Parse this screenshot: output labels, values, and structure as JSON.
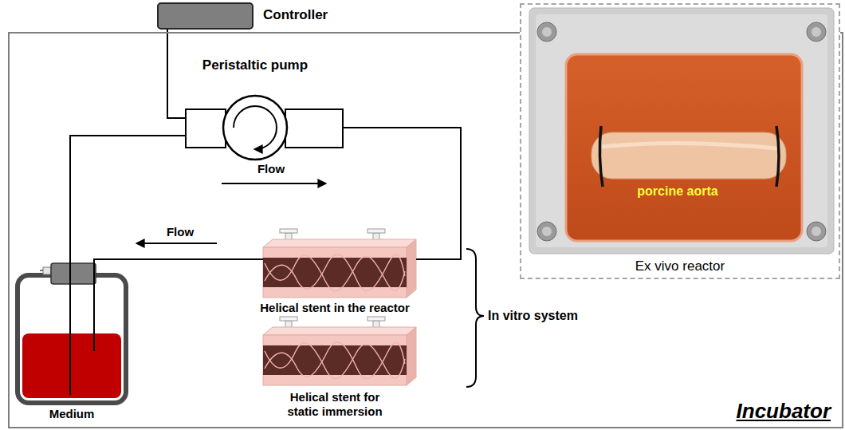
{
  "diagram": {
    "nodes": [
      {
        "text": [
          "Controller"
        ]
      },
      {
        "text": [
          "Incubator"
        ]
      },
      {
        "text": [
          "Peristaltic pump"
        ],
        "in": 1
      },
      {
        "text": [
          "porcine aorta",
          "Ex vivo reactor"
        ],
        "in": 1
      },
      {
        "text": [
          "Helical stent in the reactor"
        ],
        "in": 1
      },
      {
        "text": [
          "Helical stent for static immersion"
        ],
        "in": 1
      },
      {
        "text": [
          "Medium"
        ],
        "in": 1
      }
    ],
    "edges": [
      {
        "from": 0,
        "to": 2,
        "arrow": "none"
      },
      {
        "from": 6,
        "to": 2,
        "arrow": "none"
      },
      {
        "from": 2,
        "to": 4,
        "arrow": "none"
      },
      {
        "from": 4,
        "to": 6,
        "arrow": "none"
      }
    ],
    "labels": [
      "Flow",
      "Flow",
      "In vitro system"
    ]
  }
}
